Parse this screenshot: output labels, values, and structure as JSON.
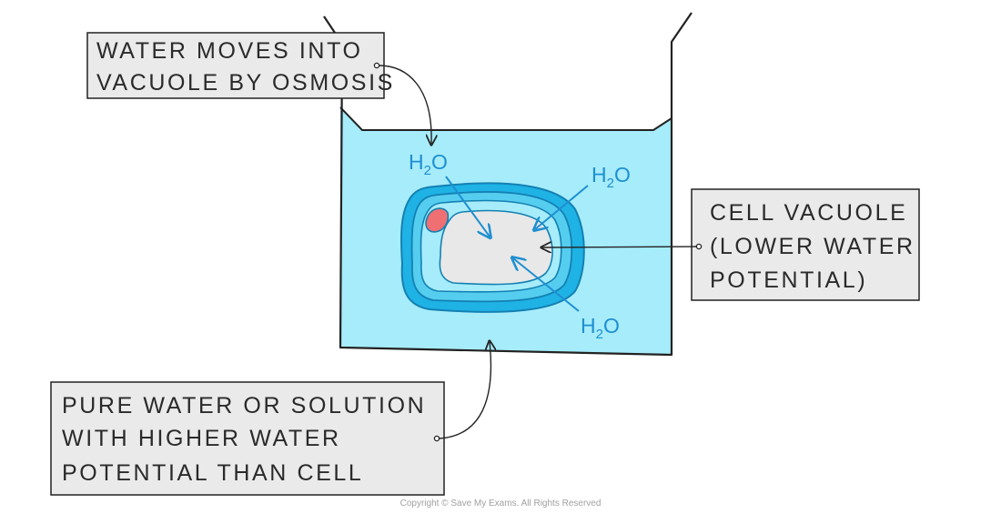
{
  "labels": {
    "osmosis_line1": "WATER MOVES INTO",
    "osmosis_line2": "VACUOLE BY OSMOSIS",
    "vacuole_line1": "CELL VACUOLE",
    "vacuole_line2": "(LOWER WATER",
    "vacuole_line3": "POTENTIAL)",
    "solution_line1": "PURE WATER OR SOLUTION",
    "solution_line2": "WITH HIGHER WATER",
    "solution_line3": "POTENTIAL THAN CELL"
  },
  "molecule": {
    "base": "H",
    "subscript": "2",
    "tail": "O"
  },
  "footer": {
    "copyright": "Copyright © Save My Exams. All Rights Reserved"
  },
  "colors": {
    "water": "#a6ecfa",
    "cell_wall": "#1fb2e5",
    "membrane": "#55cdef",
    "vacuole": "#e8e8e8",
    "nucleus": "#ef6f73",
    "arrow": "#1f8fd1",
    "label_box": "#eaeaea"
  }
}
